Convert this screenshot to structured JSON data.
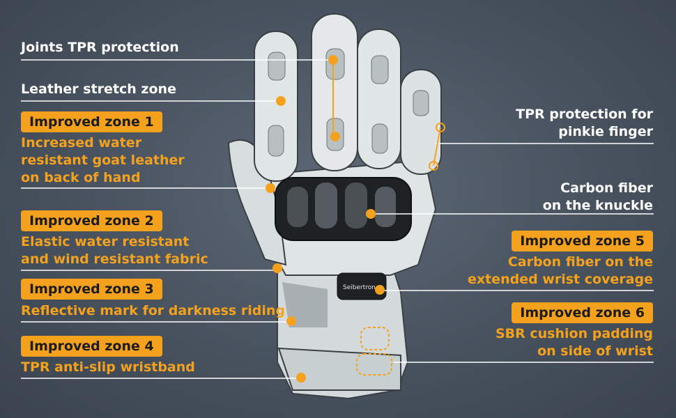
{
  "colors": {
    "accent": "#f4a21e",
    "text": "#ffffff",
    "leader_line": "#ffffff"
  },
  "labels": {
    "joints_tpr": "Joints TPR protection",
    "leather_stretch": "Leather stretch zone",
    "pinkie_1": "TPR protection for",
    "pinkie_2": "pinkie finger",
    "carbon_knuckle_1": "Carbon fiber",
    "carbon_knuckle_2": "on the knuckle"
  },
  "zones": {
    "z1": {
      "badge": "Improved zone 1",
      "lines": [
        "Increased water",
        "resistant goat leather",
        "on back of hand"
      ]
    },
    "z2": {
      "badge": "Improved zone 2",
      "lines": [
        "Elastic water resistant",
        "and wind resistant fabric"
      ]
    },
    "z3": {
      "badge": "Improved zone 3",
      "lines": [
        "Reflective mark for darkness riding"
      ]
    },
    "z4": {
      "badge": "Improved zone 4",
      "lines": [
        "TPR anti-slip wristband"
      ]
    },
    "z5": {
      "badge": "Improved zone 5",
      "lines": [
        "Carbon fiber on the",
        "extended wrist coverage"
      ]
    },
    "z6": {
      "badge": "Improved zone 6",
      "lines": [
        "SBR cushion padding",
        "on side of wrist"
      ]
    }
  },
  "product": {
    "brand_text": "Seibertron",
    "icon": "motorcycle-glove-icon"
  }
}
